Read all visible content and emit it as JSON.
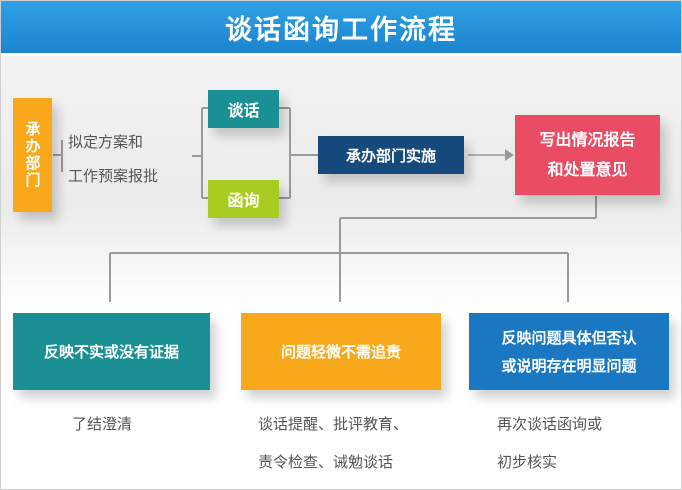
{
  "title": "谈话函询工作流程",
  "colors": {
    "header": "#1f8cd6",
    "orange": "#f9a81b",
    "teal": "#1a8f94",
    "green": "#a8cc22",
    "navy": "#174a7c",
    "pink": "#ea4d63",
    "blue": "#1a78c2",
    "connector": "#9a9a9a"
  },
  "nodes": {
    "dept": "承办部门",
    "step1_a": "拟定方案和",
    "step1_b": "工作预案报批",
    "talk": "谈话",
    "letter": "函询",
    "implement": "承办部门实施",
    "report_a": "写出情况报告",
    "report_b": "和处置意见"
  },
  "outcomes": [
    {
      "title": "反映不实或没有证据",
      "action_a": "了结澄清",
      "action_b": ""
    },
    {
      "title": "问题轻微不需追责",
      "action_a": "谈话提醒、批评教育、",
      "action_b": "责令检查、诫勉谈话"
    },
    {
      "title_a": "反映问题具体但否认",
      "title_b": "或说明存在明显问题",
      "action_a": "再次谈话函询或",
      "action_b": "初步核实"
    }
  ]
}
